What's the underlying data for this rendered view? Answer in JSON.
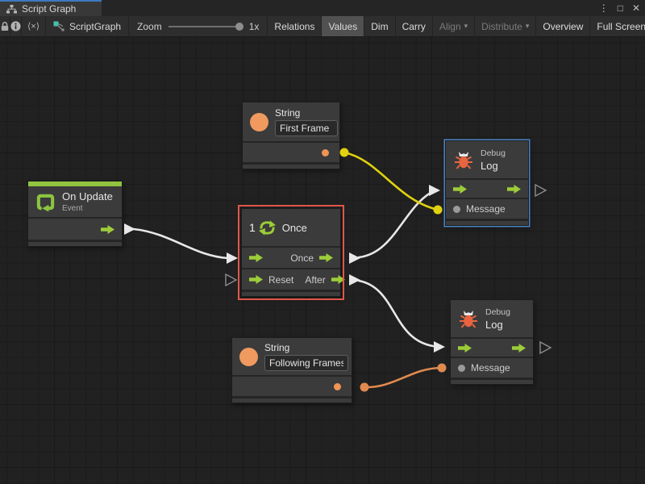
{
  "window": {
    "tab": "Script Graph",
    "controls": {
      "menu": "⋮",
      "maximize": "□",
      "close": "✕"
    }
  },
  "toolbar": {
    "graph_name": "ScriptGraph",
    "zoom_label": "Zoom",
    "zoom_value": "1x",
    "code_icon_glyph": "⟨×⟩",
    "buttons": [
      {
        "label": "Relations",
        "state": "normal"
      },
      {
        "label": "Values",
        "state": "active"
      },
      {
        "label": "Dim",
        "state": "normal"
      },
      {
        "label": "Carry",
        "state": "normal"
      },
      {
        "label": "Align",
        "state": "disabled",
        "dropdown": "▾"
      },
      {
        "label": "Distribute",
        "state": "disabled",
        "dropdown": "▾"
      },
      {
        "label": "Overview",
        "state": "normal"
      },
      {
        "label": "Full Screen",
        "state": "normal"
      }
    ]
  },
  "nodes": {
    "string_first": {
      "title": "String",
      "value": "First Frame"
    },
    "debug_top": {
      "category": "Debug",
      "title": "Log",
      "message": "Message"
    },
    "on_update": {
      "title": "On Update",
      "subtitle": "Event"
    },
    "once": {
      "counter": "1",
      "title": "Once",
      "out_once": "Once",
      "in_reset": "Reset",
      "out_after": "After"
    },
    "string_following": {
      "title": "String",
      "value": "Following Frames"
    },
    "debug_bottom": {
      "category": "Debug",
      "title": "Log",
      "message": "Message"
    }
  },
  "icons": {
    "tab_icon": "graph-hierarchy",
    "lock": "padlock",
    "info": "info-circle",
    "script_graph": "node-graph",
    "string_type": "orange-circle",
    "debug": "bug",
    "on_update": "loop-arrow",
    "once": "cycle-arrows",
    "flow_port": "green-arrow"
  },
  "colors": {
    "flow_green": "#9ccd39",
    "event_green": "#92c43f",
    "string_orange": "#ef9454",
    "wire_white": "#e8e8e8",
    "wire_yellow": "#e0d20e",
    "wire_orange": "#e08a50",
    "selection_red": "#e0574a",
    "selection_blue": "#4a82c4",
    "bug_orange": "#e8643f"
  }
}
